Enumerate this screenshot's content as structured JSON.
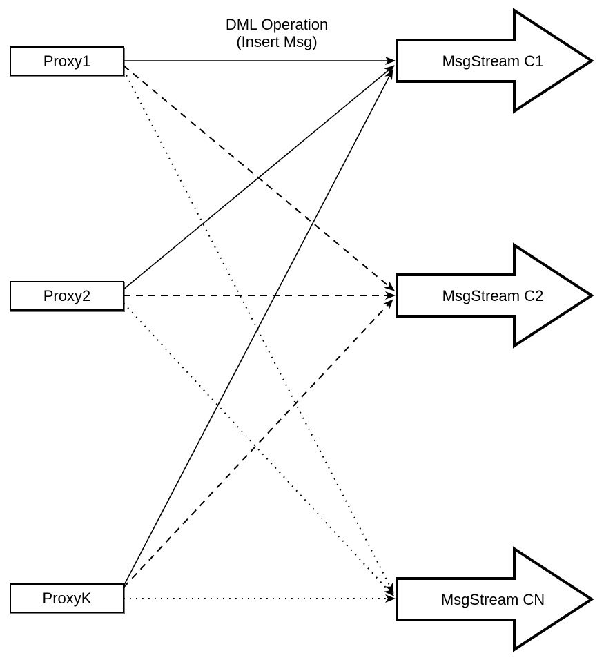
{
  "diagram": {
    "background_color": "#ffffff",
    "stroke_color": "#000000",
    "shape_fill_color": "#ffffff",
    "annotation": {
      "line1": "DML Operation",
      "line2": "(Insert Msg)"
    },
    "proxies": [
      {
        "label": "Proxy1"
      },
      {
        "label": "Proxy2"
      },
      {
        "label": "ProxyK"
      }
    ],
    "streams": [
      {
        "label": "MsgStream C1",
        "incoming_line_style": "solid"
      },
      {
        "label": "MsgStream C2",
        "incoming_line_style": "dashed"
      },
      {
        "label": "MsgStream CN",
        "incoming_line_style": "dotted"
      }
    ],
    "connections": [
      {
        "from": "Proxy1",
        "to": "MsgStream C1",
        "style": "solid",
        "label": "DML Operation (Insert Msg)"
      },
      {
        "from": "Proxy2",
        "to": "MsgStream C1",
        "style": "solid"
      },
      {
        "from": "ProxyK",
        "to": "MsgStream C1",
        "style": "solid"
      },
      {
        "from": "Proxy1",
        "to": "MsgStream C2",
        "style": "dashed"
      },
      {
        "from": "Proxy2",
        "to": "MsgStream C2",
        "style": "dashed"
      },
      {
        "from": "ProxyK",
        "to": "MsgStream C2",
        "style": "dashed"
      },
      {
        "from": "Proxy1",
        "to": "MsgStream CN",
        "style": "dotted"
      },
      {
        "from": "Proxy2",
        "to": "MsgStream CN",
        "style": "dotted"
      },
      {
        "from": "ProxyK",
        "to": "MsgStream CN",
        "style": "dotted"
      }
    ]
  }
}
